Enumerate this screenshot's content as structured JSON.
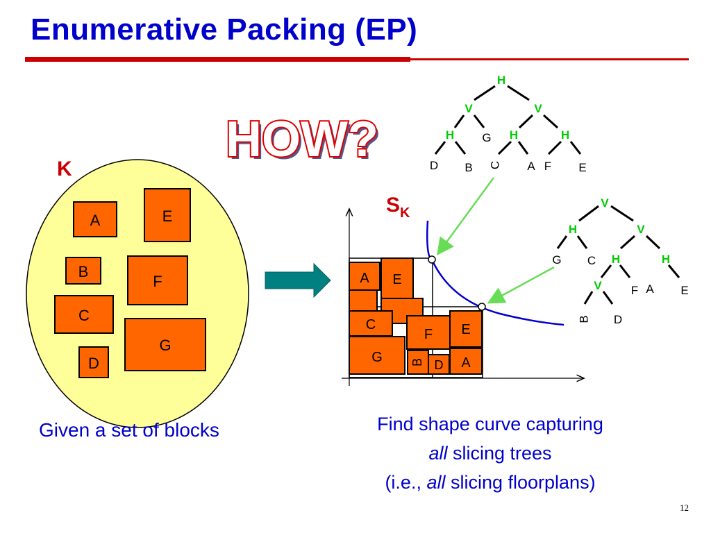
{
  "title": "Enumerative Packing (EP)",
  "how": "HOW?",
  "set_label": "K",
  "curve_label": {
    "main": "S",
    "sub": "K"
  },
  "blocks": [
    "A",
    "E",
    "B",
    "F",
    "C",
    "G",
    "D"
  ],
  "packing_blocks": [
    "A",
    "E",
    "C",
    "F",
    "G",
    "B",
    "D",
    "E",
    "A"
  ],
  "tree1": {
    "ops": [
      "H",
      "V",
      "V",
      "H",
      "H",
      "H"
    ],
    "leaves": [
      "D",
      "B",
      "C",
      "A",
      "F",
      "E",
      "G"
    ]
  },
  "tree2": {
    "ops": [
      "V",
      "H",
      "V",
      "H",
      "H",
      "V"
    ],
    "leaves": [
      "G",
      "C",
      "F",
      "A",
      "E",
      "B",
      "D"
    ]
  },
  "caption_left": "Given a set of blocks",
  "caption_right": {
    "line1": "Find shape curve capturing",
    "line2_em": "all",
    "line2_rest": " slicing trees",
    "line3_pre": "(i.e., ",
    "line3_em": "all",
    "line3_rest": " slicing floorplans)"
  },
  "page_number": "12",
  "colors": {
    "title": "#0000cc",
    "rule": "#cc0000",
    "block": "#ff6600",
    "set_fill": "#ffff99",
    "op": "#00cc00",
    "curve": "#0000cc",
    "arrow": "#66dd55",
    "big_arrow": "#008080"
  }
}
